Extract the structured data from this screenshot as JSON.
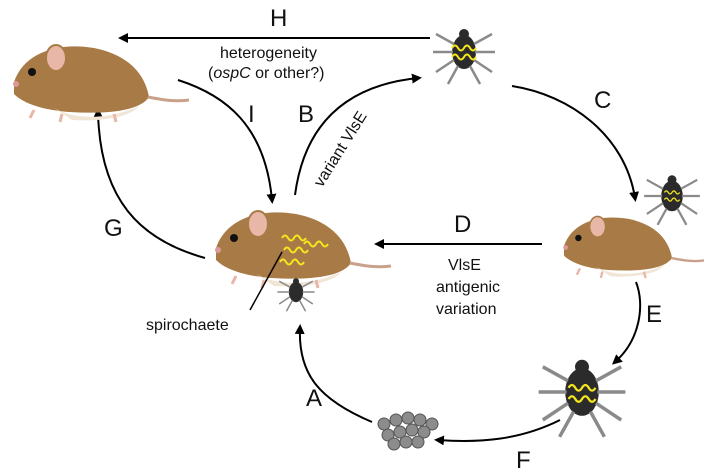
{
  "labels": {
    "A": "A",
    "B": "B",
    "C": "C",
    "D": "D",
    "E": "E",
    "F": "F",
    "G": "G",
    "H": "H",
    "I": "I"
  },
  "annotations": {
    "h_line1": "heterogeneity",
    "h_line2_open": "(",
    "h_line2_italic": "ospC",
    "h_line2_rest": " or other?)",
    "b_text": "variant VlsE",
    "d_line1": "VlsE",
    "d_line2": "antigenic",
    "d_line3": "variation",
    "spirochaete": "spirochaete"
  },
  "colors": {
    "arrow": "#000000",
    "mouse_fur": "#a87a45",
    "mouse_belly": "#f1e6d6",
    "mouse_ear": "#e9b7a8",
    "tick_body": "#2b2b2b",
    "tick_legs": "#8a8a8a",
    "spirochete": "#f4e61c",
    "egg": "#8c8c8c"
  },
  "icons": [
    "mouse-icon",
    "tick-icon",
    "eggs-icon",
    "spirochete-icon"
  ]
}
